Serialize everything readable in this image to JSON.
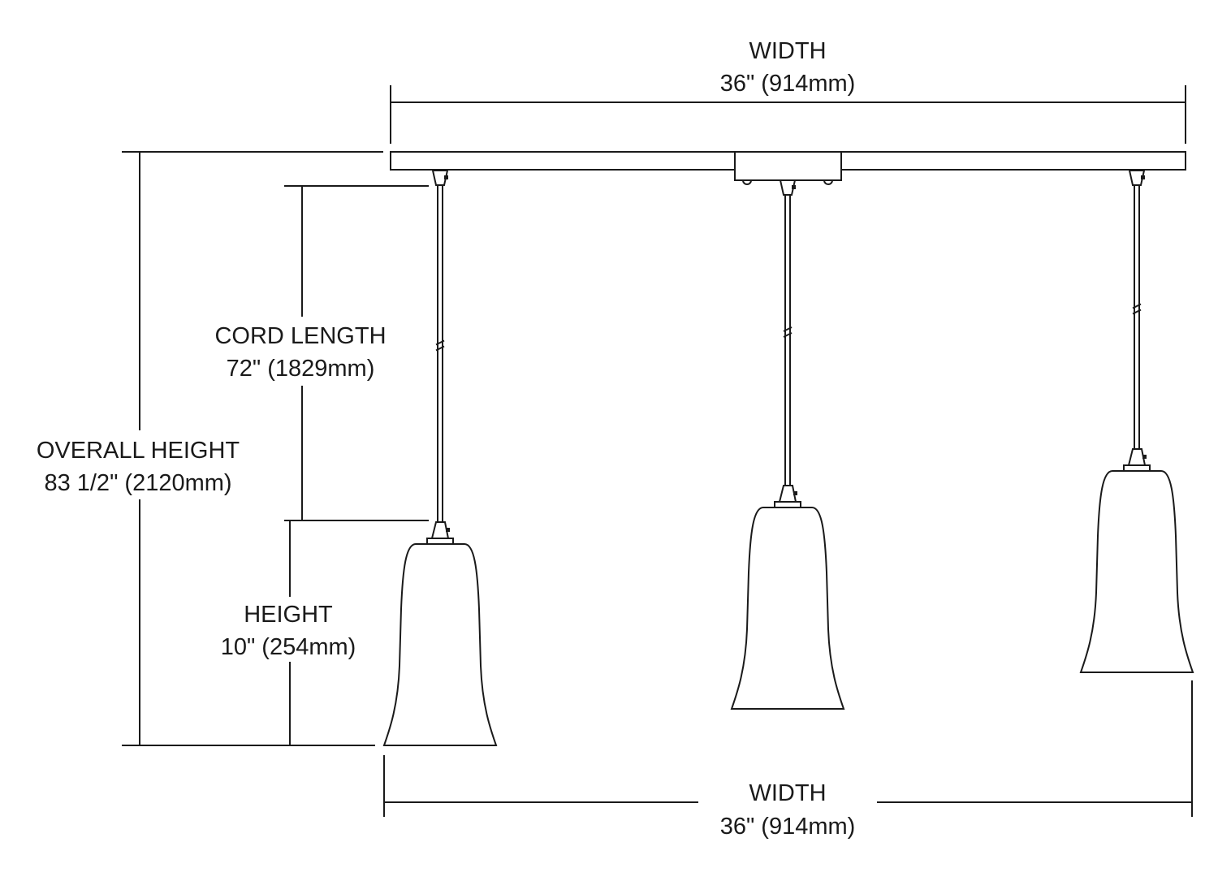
{
  "dimensions": {
    "top_width": {
      "label": "WIDTH",
      "value": "36\" (914mm)"
    },
    "bottom_width": {
      "label": "WIDTH",
      "value": "36\" (914mm)"
    },
    "cord_length": {
      "label": "CORD LENGTH",
      "value": "72\" (1829mm)"
    },
    "overall_height": {
      "label": "OVERALL HEIGHT",
      "value": "83 1/2\" (2120mm)"
    },
    "height": {
      "label": "HEIGHT",
      "value": "10\" (254mm)"
    }
  },
  "pendants": [
    {
      "name": "left"
    },
    {
      "name": "center"
    },
    {
      "name": "right"
    }
  ]
}
